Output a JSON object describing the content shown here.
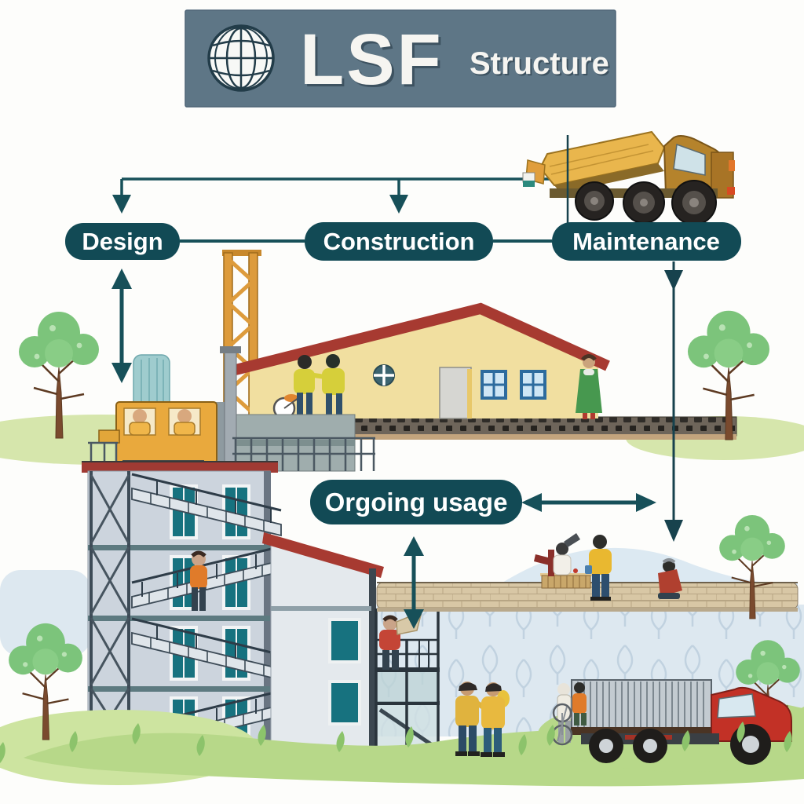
{
  "header": {
    "icon": "globe-icon",
    "title": "LSF",
    "subtitle": "Structure"
  },
  "flow": {
    "stages": [
      {
        "label": "Design"
      },
      {
        "label": "Construction"
      },
      {
        "label": "Maintenance"
      }
    ],
    "usage": {
      "label": "Orgoing usage"
    }
  },
  "colors": {
    "banner_bg": "#5e7686",
    "pill_bg": "#124a55",
    "arrow": "#175059",
    "label_text": "#ffffff",
    "grass": "#b7d889",
    "house_wall": "#f1dfa0",
    "roof_red": "#a73a31",
    "crane_orange": "#dd9b3c",
    "building_wall": "#ccd4dd",
    "window_teal": "#17727f",
    "truck_red": "#c23126"
  },
  "scene": {
    "elements": [
      "dump-truck",
      "tower-crane",
      "construction-house",
      "apartment-building",
      "fire-escape",
      "rooftop-machinery",
      "balcony-scaffold",
      "paved-walkway",
      "container-truck",
      "bicycle",
      "trees",
      "grass",
      "workers",
      "residents"
    ]
  }
}
